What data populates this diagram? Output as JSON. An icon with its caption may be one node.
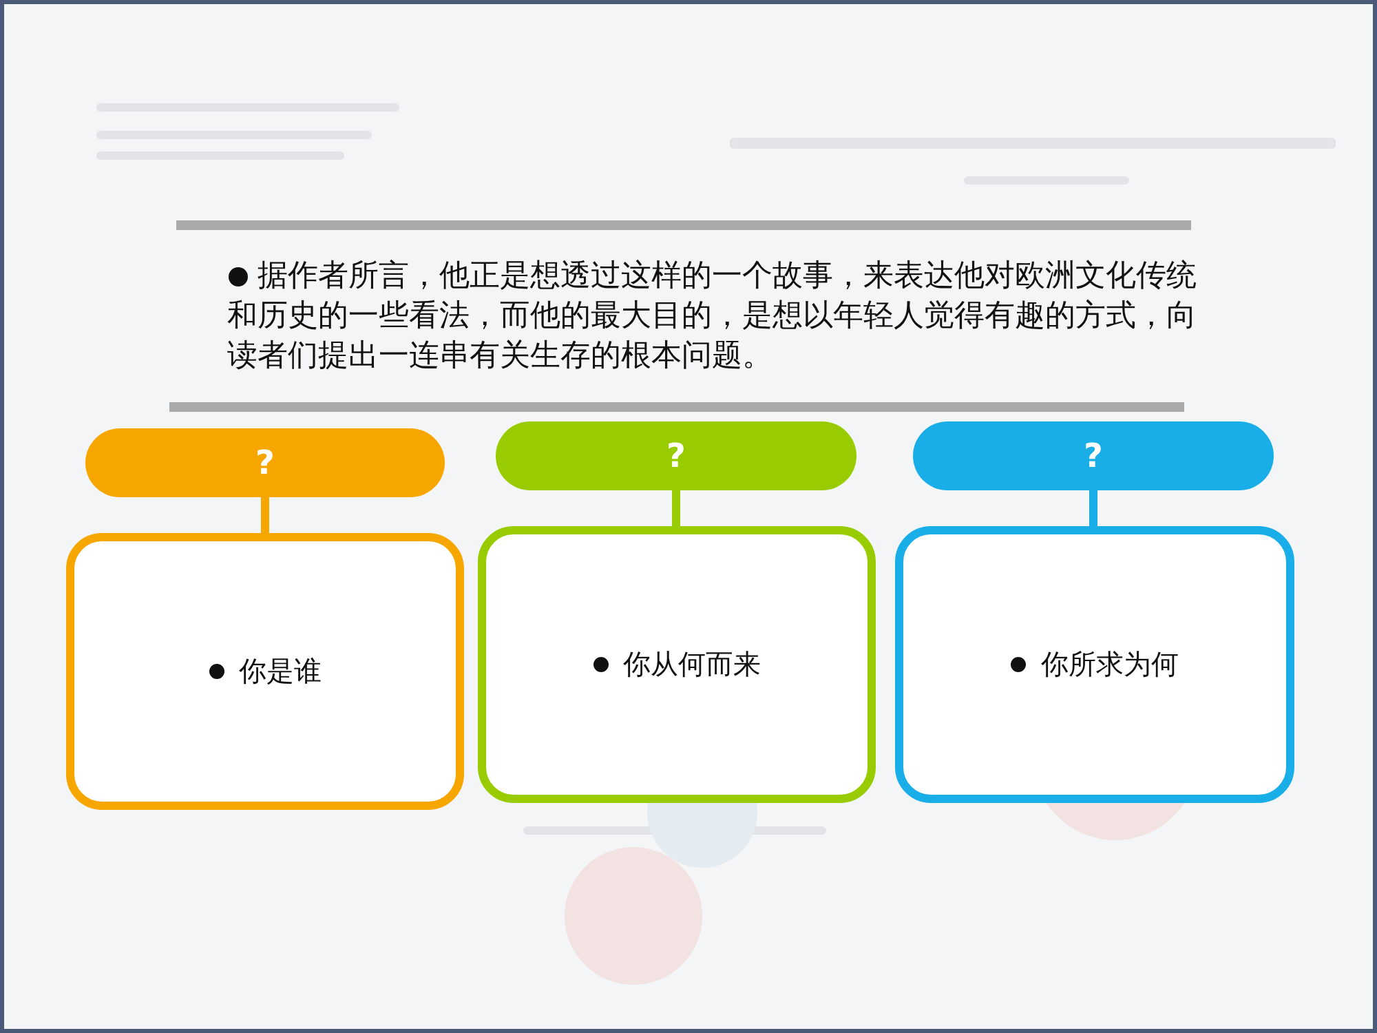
{
  "diagram": {
    "nodes": [
      {
        "text": [
          "?"
        ]
      },
      {
        "text": [
          "?"
        ]
      },
      {
        "text": [
          "?"
        ]
      },
      {
        "text": [
          "你是谁"
        ]
      },
      {
        "text": [
          "你从何而来"
        ]
      },
      {
        "text": [
          "你所求为何"
        ]
      }
    ],
    "edges": [
      {
        "from": 0,
        "to": 3,
        "arrow": "none",
        "color": "#f7a600"
      },
      {
        "from": 1,
        "to": 4,
        "arrow": "none",
        "color": "#99cc00"
      },
      {
        "from": 2,
        "to": 5,
        "arrow": "none",
        "color": "#1aaee8"
      }
    ],
    "labels": [
      "据作者所言，他正是想透过这样的一个故事，来表达他对欧洲文化传统和历史的一些看法，而他的最大目的，是想以年轻人觉得有趣的方式，向读者们提出一连串有关生存的根本问题。"
    ]
  }
}
